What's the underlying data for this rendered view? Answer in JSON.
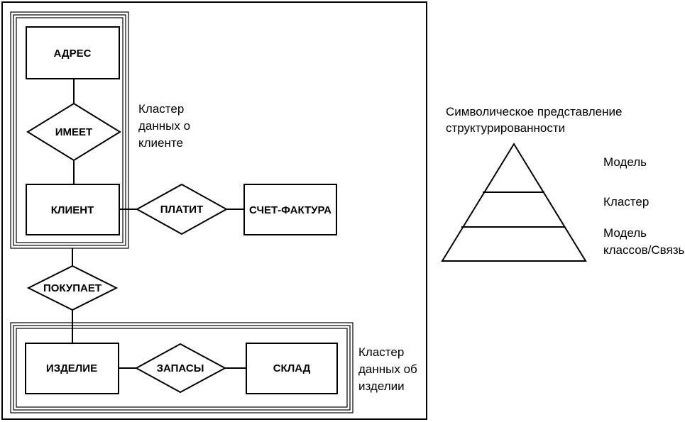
{
  "entities": {
    "address": "АДРЕС",
    "client": "КЛИЕНТ",
    "invoice": "СЧЕТ-ФАКТУРА",
    "product": "ИЗДЕЛИЕ",
    "warehouse": "СКЛАД"
  },
  "relationships": {
    "has": "ИМЕЕТ",
    "pays": "ПЛАТИТ",
    "buys": "ПОКУПАЕТ",
    "stock": "ЗАПАСЫ"
  },
  "clusters": {
    "client_cluster": [
      "Кластер",
      "данных о",
      "клиенте"
    ],
    "product_cluster": [
      "Кластер",
      "данных об",
      "изделии"
    ]
  },
  "pyramid": {
    "title": [
      "Символическое представление",
      "структурированности"
    ],
    "levels": {
      "model": "Модель",
      "cluster": "Кластер",
      "class_model": [
        "Модель",
        "классов/Связь"
      ]
    }
  }
}
